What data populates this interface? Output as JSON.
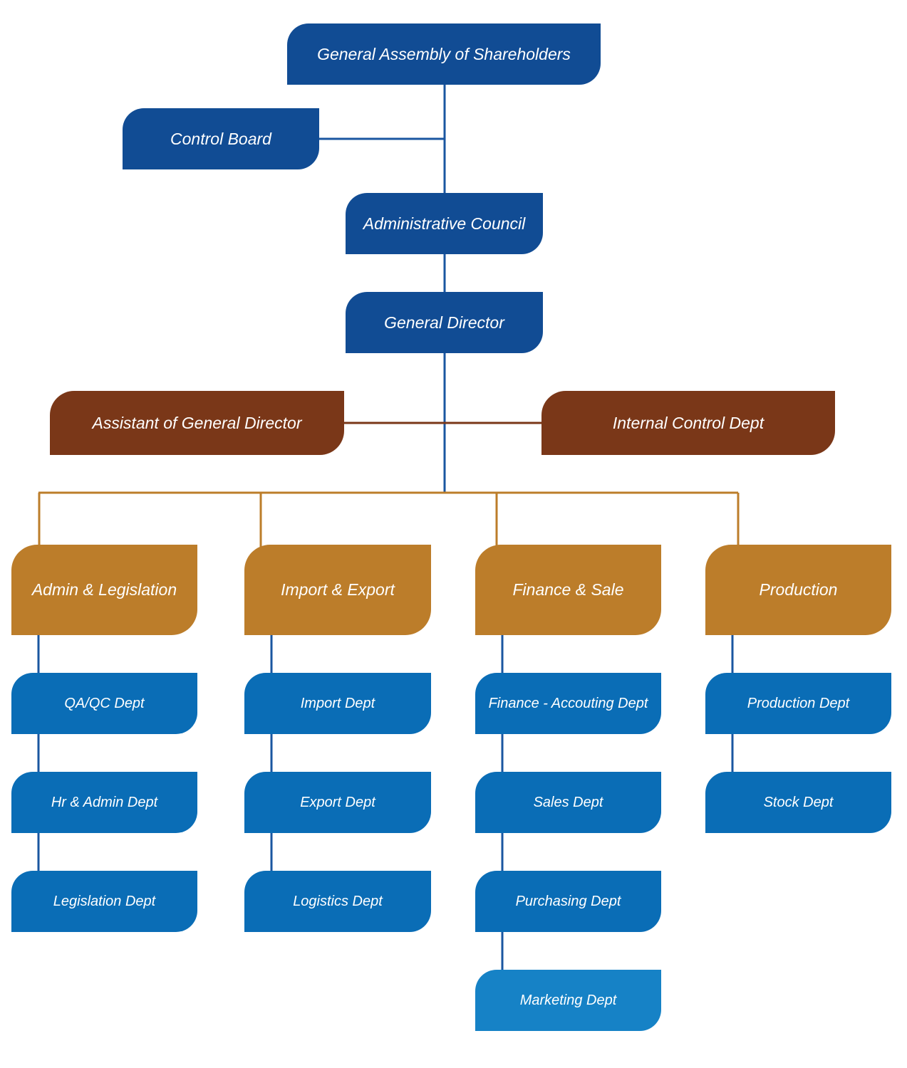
{
  "colors": {
    "top": "#114c94",
    "brown": "#7a3718",
    "gold": "#bc7d2a",
    "dept": "#0a6db6",
    "line_blue": "#1a56a0",
    "line_brown": "#7a3718",
    "line_gold": "#bc7d2a"
  },
  "leadership": {
    "assembly": "General Assembly of Shareholders",
    "control_board": "Control Board",
    "council": "Administrative Council",
    "director": "General Director"
  },
  "staff": {
    "assistant": "Assistant of General Director",
    "internal_control": "Internal Control Dept"
  },
  "divisions": [
    {
      "label": "Admin & Legislation",
      "depts": [
        "QA/QC Dept",
        "Hr & Admin Dept",
        "Legislation Dept"
      ]
    },
    {
      "label": "Import & Export",
      "depts": [
        "Import Dept",
        "Export Dept",
        "Logistics Dept"
      ]
    },
    {
      "label": "Finance & Sale",
      "depts": [
        "Finance - Accouting Dept",
        "Sales Dept",
        "Purchasing Dept",
        "Marketing Dept"
      ]
    },
    {
      "label": "Production",
      "depts": [
        "Production Dept",
        "Stock Dept"
      ]
    }
  ]
}
